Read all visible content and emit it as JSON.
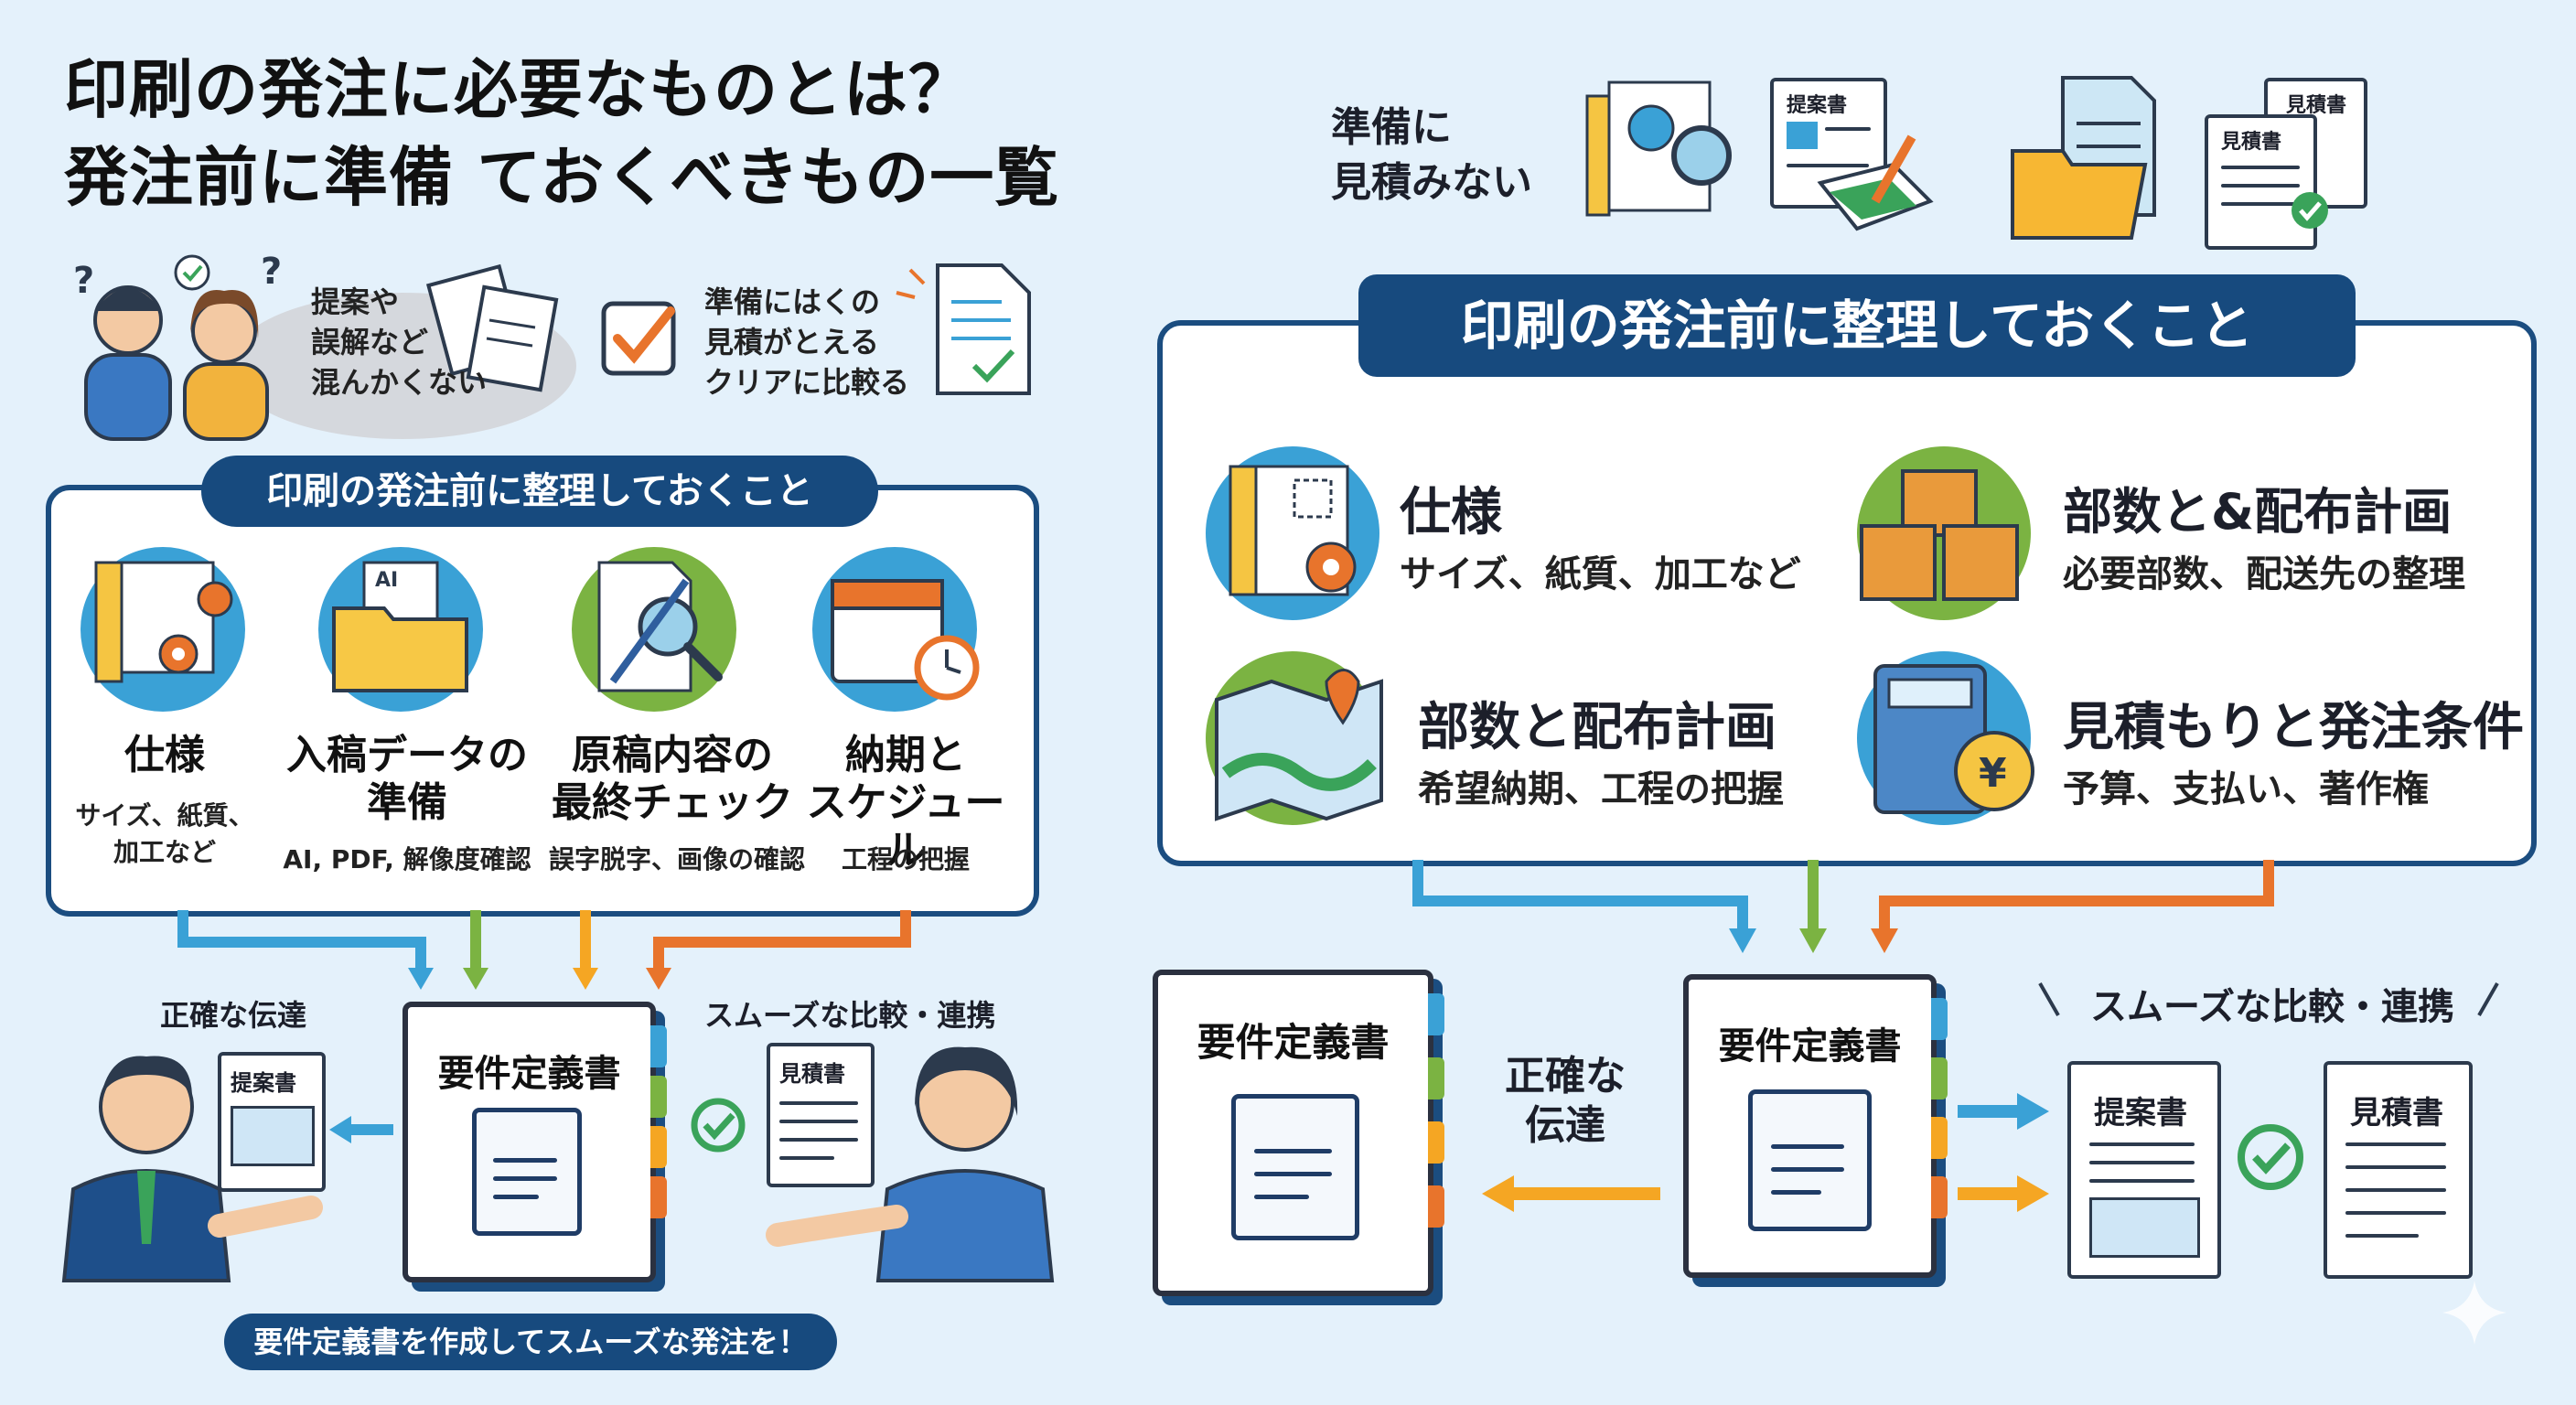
{
  "title": {
    "line1": "印刷の発注に必要なものとは？",
    "line2": "発注前に準備 ておくべきもの一覧"
  },
  "left_bubbles": {
    "confused": "提案や\n誤解など\n混んかくない",
    "check": "準備にはくの\n見積がとえる\nクリアに比較る"
  },
  "right_header_text": "準備に\n見積みない",
  "doc_labels": {
    "proposal": "提案書",
    "estimate": "見積書"
  },
  "left_panel": {
    "heading": "印刷の発注前に整理しておくこと",
    "items": [
      {
        "label": "仕様",
        "sub": "サイズ、紙質、\n加工など"
      },
      {
        "label": "入稿データの\n準備",
        "sub": "AI, PDF, 解像度確認",
        "icon_text": "AI"
      },
      {
        "label": "原稿内容の\n最終チェック",
        "sub": "誤字脱字、画像の確認"
      },
      {
        "label": "納期と\nスケジュール",
        "sub": "工程の把握"
      }
    ]
  },
  "left_flow": {
    "book_title": "要件定義書",
    "left_label": "正確な伝達",
    "right_label": "スムーズな比較・連携",
    "footer": "要件定義書を作成してスムーズな発注を！"
  },
  "right_panel": {
    "heading": "印刷の発注前に整理しておくこと",
    "items": [
      {
        "label": "仕様",
        "sub": "サイズ、紙質、加工など"
      },
      {
        "label": "部数と&配布計画",
        "sub": "必要部数、配送先の整理"
      },
      {
        "label": "部数と配布計画",
        "sub": "希望納期、工程の把握"
      },
      {
        "label": "見積もりと発注条件",
        "sub": "予算、支払い、著作権",
        "icon_text": "¥"
      }
    ]
  },
  "right_flow": {
    "book_left_title": "要件定義書",
    "book_center_title": "要件定義書",
    "middle_label": "正確な\n伝達",
    "right_label": "スムーズな比較・連携"
  },
  "colors": {
    "navy": "#174a7e",
    "blue": "#3aa1d6",
    "green": "#7bb342",
    "yellow": "#f5a623",
    "orange": "#e8742c",
    "bg": "#e4f1fb"
  }
}
